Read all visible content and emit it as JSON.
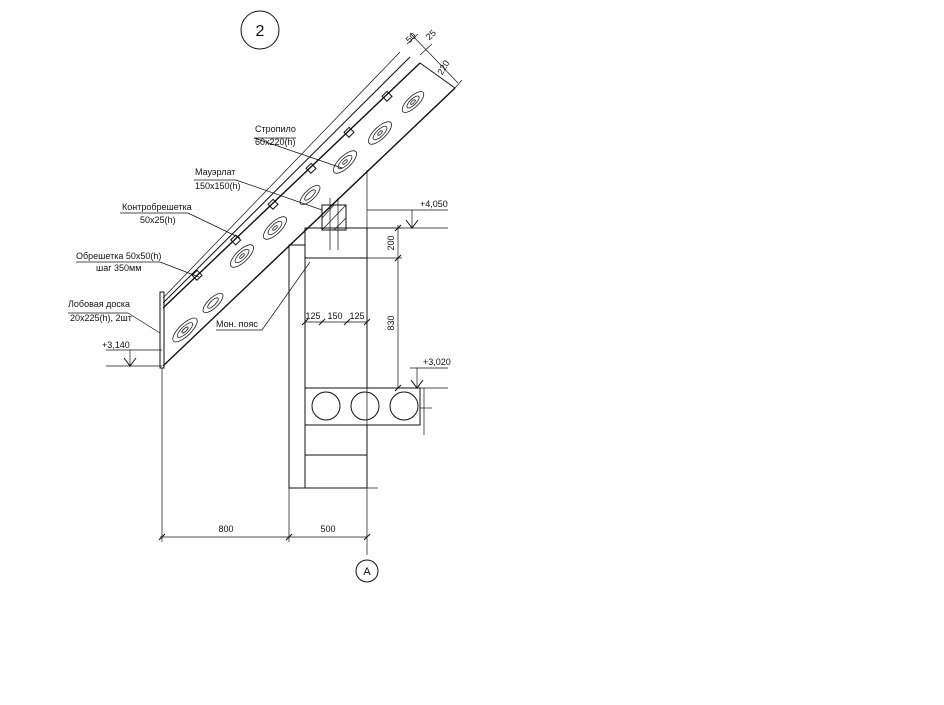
{
  "detail_number": "2",
  "axis_marker": "А",
  "labels": {
    "rafter_name": "Стропило",
    "rafter_size": "60х220(h)",
    "mauerlat_name": "Мауэрлат",
    "mauerlat_size": "150х150(h)",
    "counter_batten_name": "Контробрешетка",
    "counter_batten_size": "50х25(h)",
    "batten_name": "Обрешетка 50х50(h)",
    "batten_step": "шаг 350мм",
    "fascia_name": "Лобовая доска",
    "fascia_size": "20х225(h), 2шт",
    "ring_beam": "Мон. пояс"
  },
  "levels": {
    "eave": "+3,140",
    "wall_top": "+4,050",
    "slab": "+3,020"
  },
  "dimensions": {
    "top_50": "50",
    "top_25": "25",
    "top_220": "220",
    "h_200": "200",
    "h_830": "830",
    "w_125a": "125",
    "w_150": "150",
    "w_125b": "125",
    "overhang_800": "800",
    "wall_500": "500"
  }
}
